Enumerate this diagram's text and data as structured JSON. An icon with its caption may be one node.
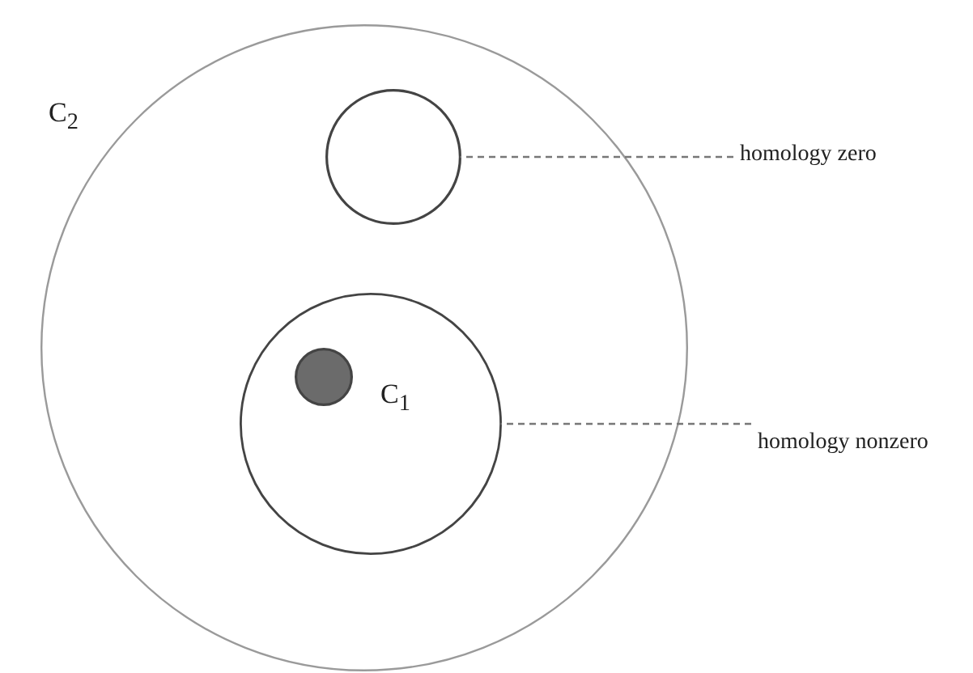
{
  "diagram": {
    "nodes": [
      {
        "text": [
          "C$_{2}$"
        ]
      },
      {
        "text": [],
        "shape": "circle",
        "in": 0
      },
      {
        "text": [],
        "shape": "circle",
        "in": 0
      },
      {
        "text": [
          "C$_{1}$"
        ],
        "in": 2
      },
      {
        "text": [
          "homology zero"
        ]
      },
      {
        "text": [
          "homology nonzero"
        ]
      }
    ],
    "edges": [
      {
        "from": 4,
        "to": 1,
        "arrow": "none",
        "style": "dashed"
      },
      {
        "from": 5,
        "to": 2,
        "arrow": "none",
        "style": "dashed"
      }
    ]
  }
}
